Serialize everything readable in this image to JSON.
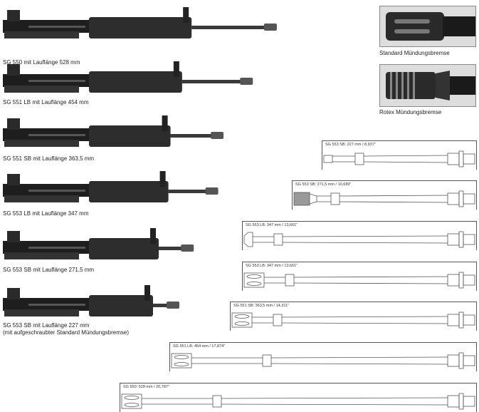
{
  "rifles": [
    {
      "label": "SG 550 mit Lauflänge 528 mm",
      "barrel_mm": 528
    },
    {
      "label": "SG 551 LB mit Lauflänge 454 mm",
      "barrel_mm": 454
    },
    {
      "label": "SG 551 SB mit Lauflänge 363,5 mm",
      "barrel_mm": 363.5
    },
    {
      "label": "SG 553 LB mit Lauflänge 347 mm",
      "barrel_mm": 347
    },
    {
      "label": "SG 553 SB mit Lauflänge 271,5 mm",
      "barrel_mm": 271.5
    },
    {
      "label": "SG 553 SB mit Lauflänge 227 mm",
      "label2": "(mit aufgeschraubter Standard Mündungsbremse)",
      "barrel_mm": 227
    }
  ],
  "brakes": [
    {
      "label": "Standard Mündungsbremse"
    },
    {
      "label": "Rotex Mündungsbremse"
    }
  ],
  "barrels": [
    {
      "label": "SG 553 SB: 227 mm / 8,937\"",
      "brake": "none"
    },
    {
      "label": "SG 553 SB: 271,5 mm / 10,689\"",
      "brake": "rotex"
    },
    {
      "label": "SG 553 LB: 347 mm / 13,661\"",
      "brake": "flash"
    },
    {
      "label": "SG 553 LB: 347 mm / 13,661\"",
      "brake": "standard"
    },
    {
      "label": "SG 551 SB: 363,5 mm / 14,311\"",
      "brake": "standard"
    },
    {
      "label": "SG 551 LB: 454 mm / 17,874\"",
      "brake": "standard"
    },
    {
      "label": "SG 550: 528 mm / 20,787\"",
      "brake": "standard"
    }
  ]
}
